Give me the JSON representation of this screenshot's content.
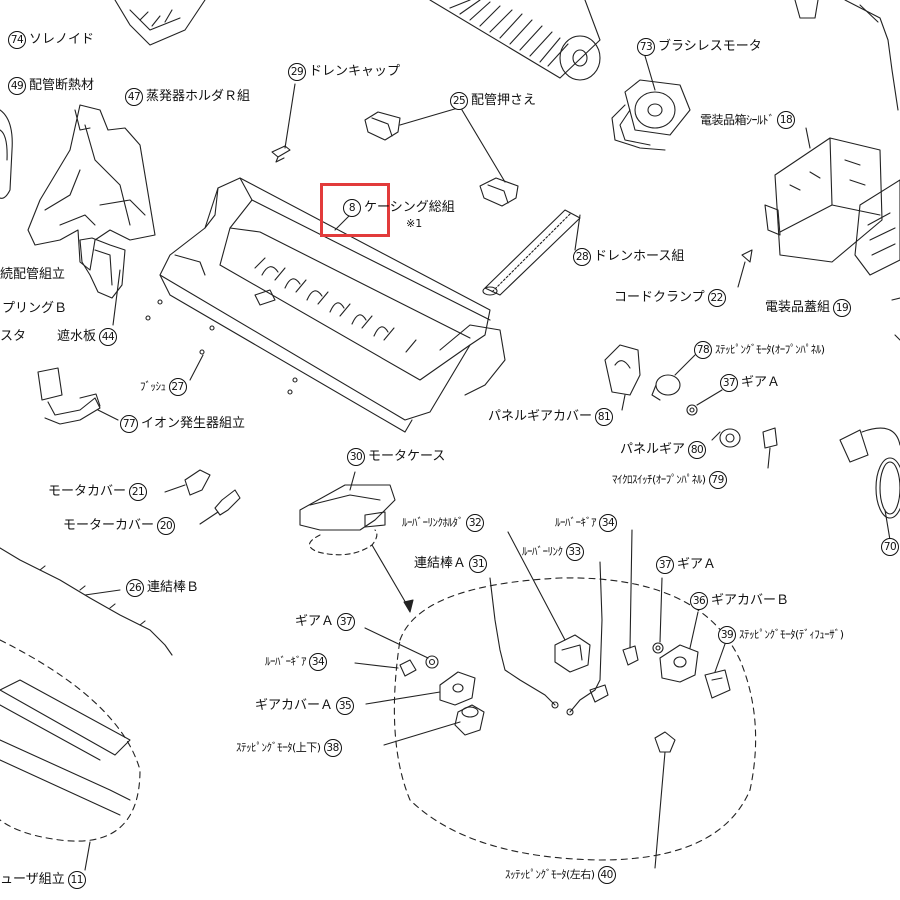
{
  "highlight": {
    "color": "#e23b3b",
    "target": "8"
  },
  "parts": [
    {
      "id": "p74",
      "num": "74",
      "name": "ソレノイド"
    },
    {
      "id": "p49",
      "num": "49",
      "name": "配管断熱材"
    },
    {
      "id": "p47",
      "num": "47",
      "name": "蒸発器ホルダＲ組"
    },
    {
      "id": "p29",
      "num": "29",
      "name": "ドレンキャップ"
    },
    {
      "id": "p25",
      "num": "25",
      "name": "配管押さえ"
    },
    {
      "id": "p73",
      "num": "73",
      "name": "ブラシレスモータ"
    },
    {
      "id": "p18",
      "num": "18",
      "name": "電装品箱ｼｰﾙﾄﾞ"
    },
    {
      "id": "p8",
      "num": "8",
      "name": "ケーシング総組"
    },
    {
      "id": "p28",
      "num": "28",
      "name": "ドレンホース組"
    },
    {
      "id": "px1",
      "num": "",
      "name": "続配管組立"
    },
    {
      "id": "p22",
      "num": "22",
      "name": "コードクランプ"
    },
    {
      "id": "p19",
      "num": "19",
      "name": "電装品蓋組"
    },
    {
      "id": "px2",
      "num": "",
      "name": "プリングＢ"
    },
    {
      "id": "px3",
      "num": "",
      "name": "スタ"
    },
    {
      "id": "p44",
      "num": "44",
      "name": "遮水板"
    },
    {
      "id": "p78",
      "num": "78",
      "name": "ｽﾃｯﾋﾟﾝｸﾞﾓｰﾀ(ｵｰﾌﾟﾝﾊﾟﾈﾙ)"
    },
    {
      "id": "p27",
      "num": "27",
      "name": "ﾌﾞｯｼｭ"
    },
    {
      "id": "p37a",
      "num": "37",
      "name": "ギアＡ"
    },
    {
      "id": "p77",
      "num": "77",
      "name": "イオン発生器組立"
    },
    {
      "id": "p81",
      "num": "81",
      "name": "パネルギアカバー"
    },
    {
      "id": "p80",
      "num": "80",
      "name": "パネルギア"
    },
    {
      "id": "p79",
      "num": "79",
      "name": "ﾏｲｸﾛｽｲｯﾁ(ｵｰﾌﾟﾝﾊﾟﾈﾙ)"
    },
    {
      "id": "p30",
      "num": "30",
      "name": "モータケース"
    },
    {
      "id": "p21",
      "num": "21",
      "name": "モータカバー"
    },
    {
      "id": "p32",
      "num": "32",
      "name": "ﾙｰﾊﾞｰﾘﾝｸﾎﾙﾀﾞ"
    },
    {
      "id": "p34a",
      "num": "34",
      "name": "ﾙｰﾊﾞｰｷﾞｱ"
    },
    {
      "id": "p20",
      "num": "20",
      "name": "モーターカバー"
    },
    {
      "id": "p33",
      "num": "33",
      "name": "ﾙｰﾊﾞｰﾘﾝｸ"
    },
    {
      "id": "p31",
      "num": "31",
      "name": "連結棒Ａ"
    },
    {
      "id": "p37b",
      "num": "37",
      "name": "ギアＡ"
    },
    {
      "id": "p26",
      "num": "26",
      "name": "連結棒Ｂ"
    },
    {
      "id": "p36",
      "num": "36",
      "name": "ギアカバーＢ"
    },
    {
      "id": "p37c",
      "num": "37",
      "name": "ギアＡ"
    },
    {
      "id": "p39",
      "num": "39",
      "name": "ｽﾃｯﾋﾟﾝｸﾞﾓｰﾀ(ﾃﾞｨﾌｭｰｻﾞ)"
    },
    {
      "id": "p34b",
      "num": "34",
      "name": "ﾙｰﾊﾞｰｷﾞｱ"
    },
    {
      "id": "p35",
      "num": "35",
      "name": "ギアカバーＡ"
    },
    {
      "id": "p38",
      "num": "38",
      "name": "ｽﾃｯﾋﾟﾝｸﾞﾓｰﾀ(上下)"
    },
    {
      "id": "p40",
      "num": "40",
      "name": "ｽｯﾃｯﾋﾟﾝｸﾞﾓｰﾀ(左右)"
    },
    {
      "id": "p11",
      "num": "11",
      "name": "ューザ組立"
    },
    {
      "id": "p70",
      "num": "70",
      "name": ""
    }
  ],
  "note": "※1"
}
